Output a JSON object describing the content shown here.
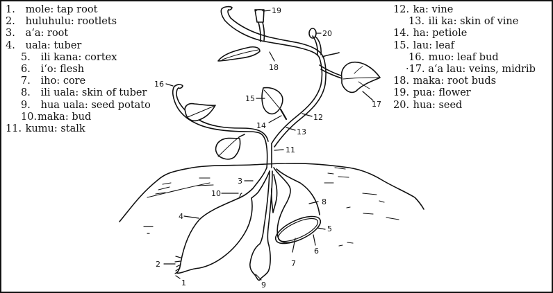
{
  "diagram": {
    "subject": "ʻuala plant (sweet potato) with Hawaiian part names",
    "border_color": "#111111",
    "line_color": "#111111"
  },
  "legend_left": [
    {
      "num": "1.",
      "term": "mole",
      "meaning": "tap root",
      "indent": false
    },
    {
      "num": "2.",
      "term": "huluhulu",
      "meaning": "rootlets",
      "indent": false
    },
    {
      "num": "3.",
      "term": "aʻa",
      "meaning": "root",
      "indent": false
    },
    {
      "num": "4.",
      "term": "uala",
      "meaning": "tuber",
      "indent": false
    },
    {
      "num": "5.",
      "term": "ili kana",
      "meaning": "cortex",
      "indent": true
    },
    {
      "num": "6.",
      "term": "iʻo",
      "meaning": "flesh",
      "indent": true
    },
    {
      "num": "7.",
      "term": "iho",
      "meaning": "core",
      "indent": true
    },
    {
      "num": "8.",
      "term": "ili uala",
      "meaning": "skin of tuber",
      "indent": true
    },
    {
      "num": "9.",
      "term": "hua uala",
      "meaning": "seed potato",
      "indent": true
    },
    {
      "num": "10.",
      "term": "maka",
      "meaning": "bud",
      "indent": true
    },
    {
      "num": "11.",
      "term": "kumu",
      "meaning": "stalk",
      "indent": false
    }
  ],
  "legend_right": [
    {
      "num": "12.",
      "term": "ka",
      "meaning": "vine",
      "indent": false
    },
    {
      "num": "13.",
      "term": "ili ka",
      "meaning": "skin of vine",
      "indent": true
    },
    {
      "num": "14.",
      "term": "ha",
      "meaning": "petiole",
      "indent": false
    },
    {
      "num": "15.",
      "term": "lau",
      "meaning": "leaf",
      "indent": false
    },
    {
      "num": "16.",
      "term": "muo",
      "meaning": "leaf bud",
      "indent": true
    },
    {
      "num": "·17.",
      "term": "aʻa lau",
      "meaning": "veins, midrib",
      "indent": true
    },
    {
      "num": "18.",
      "term": "maka",
      "meaning": "root buds",
      "indent": false
    },
    {
      "num": "19.",
      "term": "pua",
      "meaning": "flower",
      "indent": false
    },
    {
      "num": "20.",
      "term": "hua",
      "meaning": "seed",
      "indent": false
    }
  ],
  "callouts": {
    "c1": "1",
    "c2": "2",
    "c3": "3",
    "c4": "4",
    "c5": "5",
    "c6": "6",
    "c7": "7",
    "c8": "8",
    "c9": "9",
    "c10": "10",
    "c11": "11",
    "c12": "12",
    "c13": "13",
    "c14": "14",
    "c15": "15",
    "c16": "16",
    "c17": "17",
    "c18": "18",
    "c19": "19",
    "c20": "20"
  },
  "separator": ": "
}
